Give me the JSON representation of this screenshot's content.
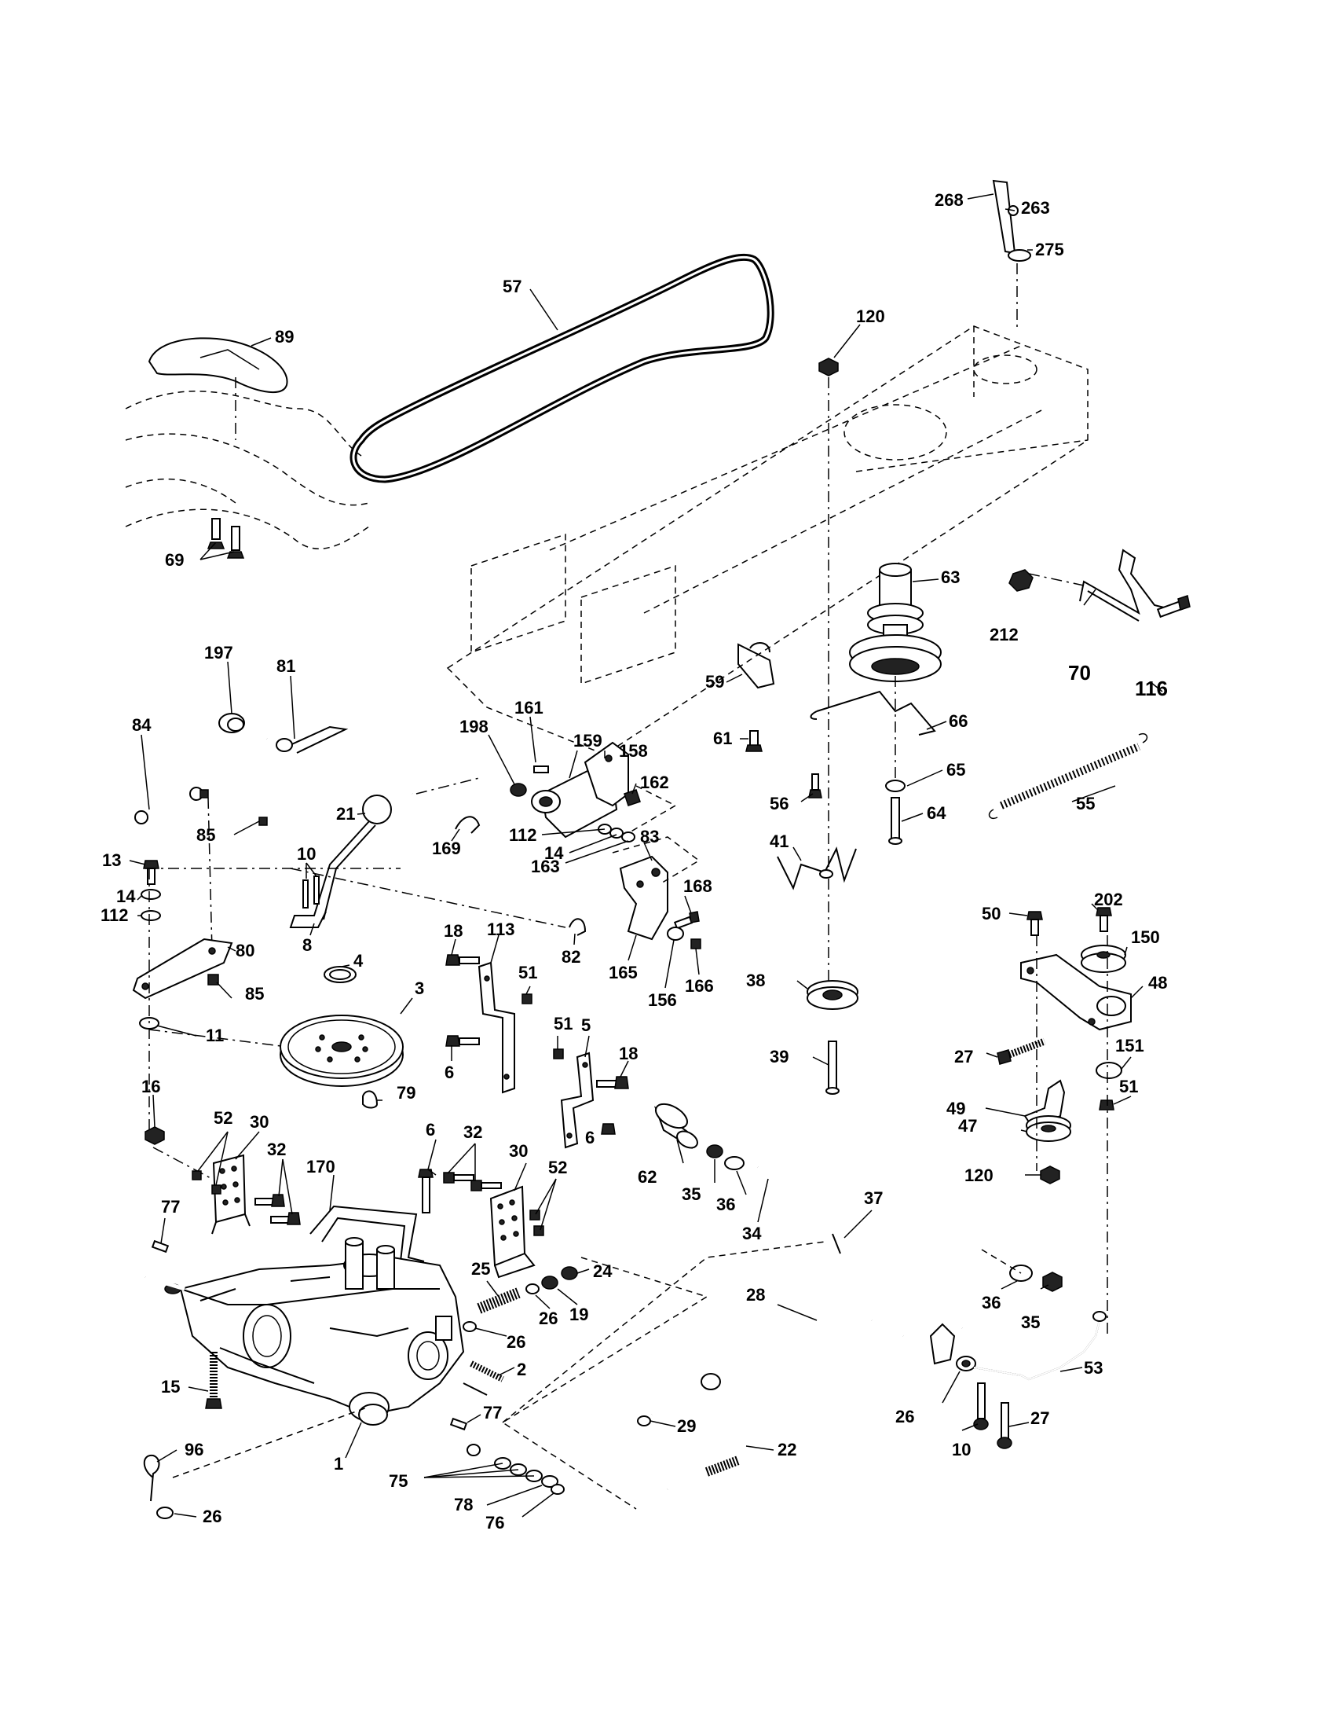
{
  "labels": {
    "p268": "268",
    "p263": "263",
    "p275": "275",
    "p57": "57",
    "p120a": "120",
    "p89": "89",
    "p69": "69",
    "p63": "63",
    "p212": "212",
    "p70": "70",
    "p116": "116",
    "p197": "197",
    "p81": "81",
    "p59": "59",
    "p66": "66",
    "p61": "61",
    "p84": "84",
    "p198": "198",
    "p161": "161",
    "p159": "159",
    "p158": "158",
    "p162": "162",
    "p65": "65",
    "p55": "55",
    "p56": "56",
    "p64": "64",
    "p85a": "85",
    "p21": "21",
    "p169": "169",
    "p112a": "112",
    "p14a": "14",
    "p83": "83",
    "p41": "41",
    "p163": "163",
    "p13": "13",
    "p10a": "10",
    "p168": "168",
    "p14b": "14",
    "p112b": "112",
    "p50": "50",
    "p202": "202",
    "p80": "80",
    "p8": "8",
    "p4": "4",
    "p18a": "18",
    "p113": "113",
    "p82": "82",
    "p165": "165",
    "p156": "156",
    "p166": "166",
    "p150": "150",
    "p51a": "51",
    "p38": "38",
    "p48": "48",
    "p85b": "85",
    "p3": "3",
    "p11": "11",
    "p6a": "6",
    "p51b": "51",
    "p5": "5",
    "p18b": "18",
    "p27a": "27",
    "p151": "151",
    "p39": "39",
    "p51c": "51",
    "p79": "79",
    "p49": "49",
    "p16": "16",
    "p6b": "6",
    "p52a": "52",
    "p30a": "30",
    "p62": "62",
    "p47": "47",
    "p32a": "32",
    "p170": "170",
    "p6c": "6",
    "p32b": "32",
    "p30b": "30",
    "p120b": "120",
    "p52b": "52",
    "p35a": "35",
    "p36a": "36",
    "p37": "37",
    "p77a": "77",
    "p34": "34",
    "p25": "25",
    "p24": "24",
    "p28": "28",
    "p19": "19",
    "p26a": "26",
    "p36b": "36",
    "p35b": "35",
    "p26b": "26",
    "p2": "2",
    "p53": "53",
    "p15": "15",
    "p77b": "77",
    "p26c": "26",
    "p27b": "27",
    "p29": "29",
    "p96": "96",
    "p10b": "10",
    "p22": "22",
    "p1": "1",
    "p75": "75",
    "p26d": "26",
    "p78": "78",
    "p76": "76"
  }
}
